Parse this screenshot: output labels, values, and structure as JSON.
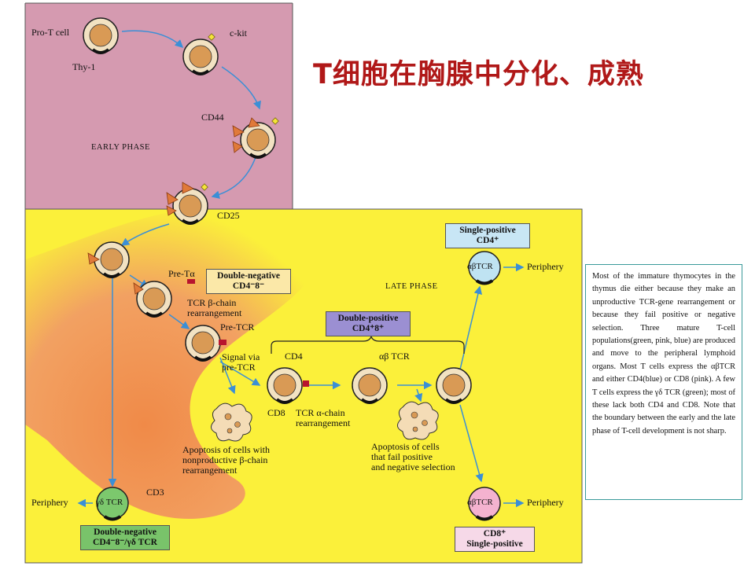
{
  "title": "T细胞在胸腺中分化、成熟",
  "caption": "Most of the immature thymocytes in the thymus die either because they make an unproductive TCR-gene rearrangement or because they fail positive or negative selection. Three mature T-cell populations(green, pink, blue) are produced and move to the peripheral lymphoid organs. Most T cells express the αβTCR and either CD4(blue) or CD8 (pink). A few T cells express the γδ TCR (green); most of these lack both CD4 and CD8. Note that the boundary between the early and the late phase of T-cell development is not sharp.",
  "diagram": {
    "phase_early": "EARLY PHASE",
    "phase_late": "LATE PHASE",
    "labels": {
      "pro_t_cell": "Pro-T cell",
      "thy1": "Thy-1",
      "ckit": "c-kit",
      "cd44": "CD44",
      "cd25": "CD25",
      "pre_ta": "Pre-Tα",
      "tcr_b_line1": "TCR β-chain",
      "tcr_b_line2": "rearrangement",
      "pre_tcr": "Pre-TCR",
      "signal_line1": "Signal via",
      "signal_line2": "pre-TCR",
      "cd4": "CD4",
      "cd8": "CD8",
      "ab_tcr": "αβ TCR",
      "tcr_a_line1": "TCR α-chain",
      "tcr_a_line2": "rearrangement",
      "apop1_line1": "Apoptosis of cells with",
      "apop1_line2": "nonproductive β-chain",
      "apop1_line3": "rearrangement",
      "apop2_line1": "Apoptosis of cells",
      "apop2_line2": "that fail positive",
      "apop2_line3": "and negative selection",
      "cd3": "CD3",
      "gd_tcr": "γδ TCR",
      "ab_tcr_sp4": "αβTCR",
      "ab_tcr_sp8": "αβTCR",
      "periphery_left": "Periphery",
      "periphery_top": "Periphery",
      "periphery_bottom": "Periphery"
    },
    "boxes": {
      "double_negative_line1": "Double-negative",
      "double_negative_line2": "CD4⁻8⁻",
      "double_positive_line1": "Double-positive",
      "double_positive_line2": "CD4⁺8⁺",
      "single_positive_cd4_line1": "Single-positive",
      "single_positive_cd4_line2": "CD4⁺",
      "cd8_sp_line1": "CD8⁺",
      "cd8_sp_line2": "Single-positive",
      "gd_box_line1": "Double-negative",
      "gd_box_line2": "CD4⁻8⁻/γδ TCR"
    },
    "colors": {
      "early_bg": "#d59ab0",
      "late_bg": "#fbf03a",
      "boundary": "#f2a15a",
      "arrow": "#3b8fd6",
      "cell_fill": "#f2e2c2",
      "nucleus": "#d99a55",
      "title": "#b01818",
      "cd4_cell": "#bfe3f2",
      "cd8_cell": "#f4b2cf",
      "gd_cell": "#7cc86d"
    }
  }
}
